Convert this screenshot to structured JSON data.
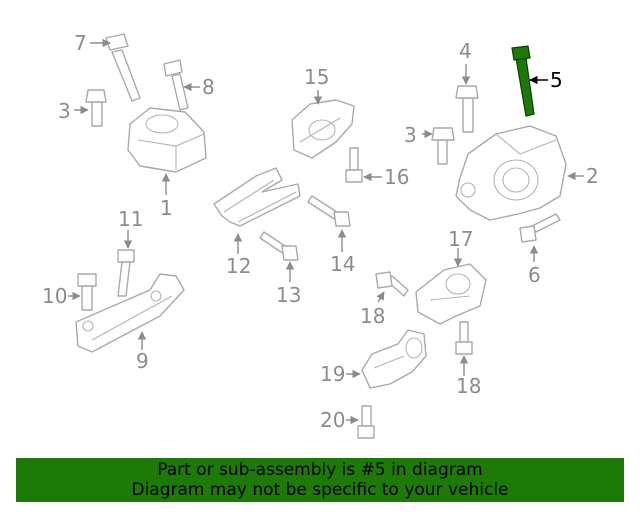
{
  "callouts": {
    "c1": "1",
    "c2": "2",
    "c3a": "3",
    "c3b": "3",
    "c4": "4",
    "c5": "5",
    "c6": "6",
    "c7": "7",
    "c8": "8",
    "c9": "9",
    "c10": "10",
    "c11": "11",
    "c12": "12",
    "c13": "13",
    "c14": "14",
    "c15": "15",
    "c16": "16",
    "c17": "17",
    "c18a": "18",
    "c18b": "18",
    "c19": "19",
    "c20": "20"
  },
  "highlight": {
    "part": "5",
    "color": "#1d7a06"
  },
  "banner": {
    "line1": "Part or sub-assembly is #5 in diagram",
    "line2": "Diagram may not be specific to your vehicle"
  }
}
